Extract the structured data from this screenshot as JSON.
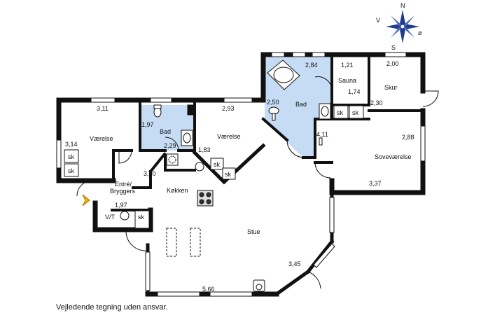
{
  "caption": "Vejledende tegning uden ansvar.",
  "colors": {
    "wall": "#111111",
    "wet_room": "#c6dcf5",
    "entrance_arrow": "#f0b400",
    "window": "#ffffff"
  },
  "compass": {
    "N": "N",
    "S": "S",
    "V": "V",
    "O": "ø"
  },
  "rooms": {
    "vaerelse_left": "Værelse",
    "entre": "Entré/",
    "bryggers": "Bryggers",
    "bad_small": "Bad",
    "vaerelse_mid": "Værelse",
    "koekken": "Køkken",
    "stue": "Stue",
    "bad_large": "Bad",
    "sauna": "Sauna",
    "skur": "Skur",
    "sovevaerelse": "Soveværelse"
  },
  "labels": {
    "sk": "sk",
    "vt": "V/T"
  },
  "dimensions": {
    "d_311": "3,11",
    "d_314": "3,14",
    "d_300": "3,00",
    "d_197a": "1,97",
    "d_229": "2,29",
    "d_197b": "1,97",
    "d_293": "2,93",
    "d_183": "1,83",
    "d_284": "2,84",
    "d_250": "2,50",
    "d_411": "4,11",
    "d_121": "1,21",
    "d_174": "1,74",
    "d_200": "2,00",
    "d_230": "2,30",
    "d_288": "2,88",
    "d_337": "3,37",
    "d_345": "3,45",
    "d_566": "5,66"
  }
}
